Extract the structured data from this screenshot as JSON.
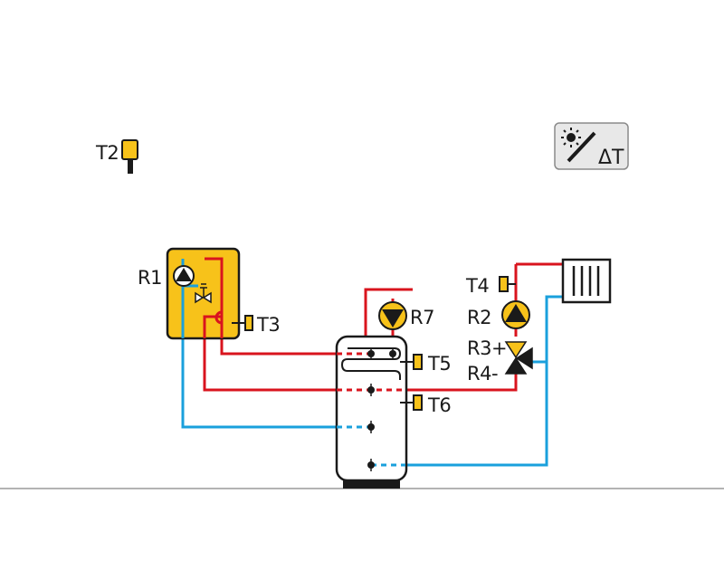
{
  "diagram": {
    "sensors": {
      "t2": "T2",
      "t3": "T3",
      "t4": "T4",
      "t5": "T5",
      "t6": "T6"
    },
    "relays": {
      "r1": "R1",
      "r2": "R2",
      "r3": "R3+",
      "r4": "R4-",
      "r7": "R7"
    },
    "controller": {
      "icon": "sun-controller-icon",
      "label": "ΔT"
    },
    "colors": {
      "hot_line": "#d9141e",
      "cold_line": "#1aa0dc",
      "boiler_fill": "#f7c21a",
      "pump_fill": "#f7c21a",
      "dark": "#1a1a1a",
      "floor_line": "#9a9a9a"
    }
  }
}
